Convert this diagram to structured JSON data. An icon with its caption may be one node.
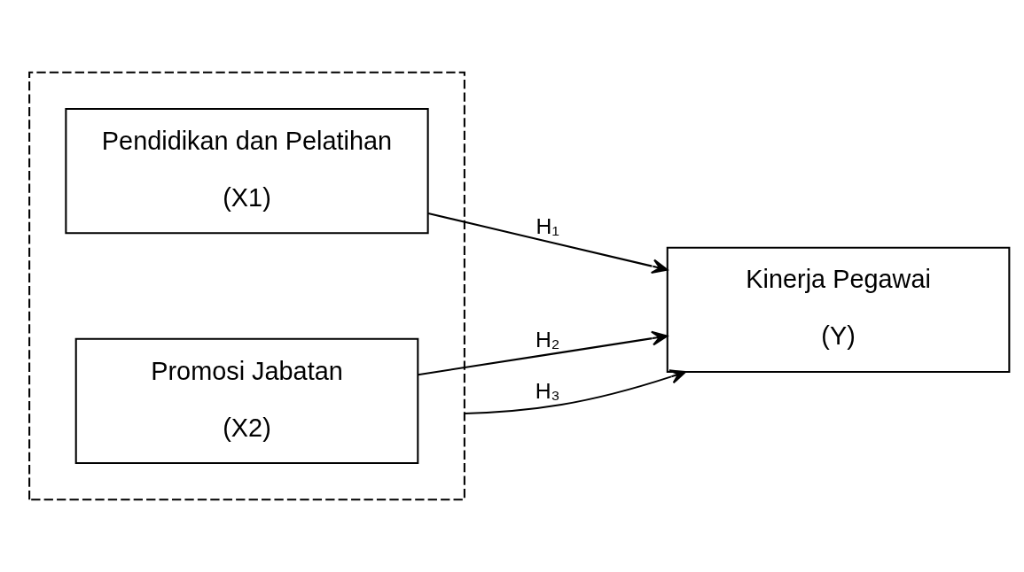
{
  "diagram": {
    "nodes": [
      {
        "text": [],
        "shape": "box"
      },
      {
        "text": [
          "Pendidikan dan Pelatihan",
          "(X1)"
        ],
        "in": 0
      },
      {
        "text": [
          "Promosi Jabatan",
          "(X2)"
        ],
        "in": 0
      },
      {
        "text": [
          "Kinerja Pegawai",
          "(Y)"
        ]
      }
    ],
    "edges": [
      {
        "from": 1,
        "to": 3,
        "arrow": "to",
        "label": "H₁"
      },
      {
        "from": 2,
        "to": 3,
        "arrow": "to",
        "label": "H₂"
      },
      {
        "from": 0,
        "to": 3,
        "arrow": "to",
        "label": "H₃"
      }
    ]
  }
}
